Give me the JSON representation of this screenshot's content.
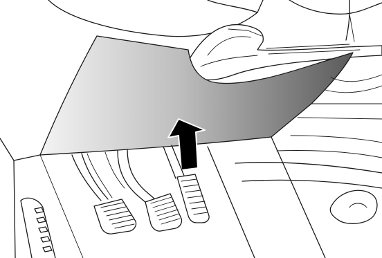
{
  "figure": {
    "subject": "footwell-trim-panel-removal",
    "arrow_direction": "up",
    "colors": {
      "panel_light": "#f4f4f4",
      "panel_mid": "#bdbdbd",
      "panel_dark": "#5a5a5a",
      "arrow": "#000000",
      "line": "#1a1a1a",
      "background": "#ffffff"
    },
    "pedals": [
      "clutch-pedal",
      "brake-pedal",
      "accelerator-pedal"
    ]
  }
}
